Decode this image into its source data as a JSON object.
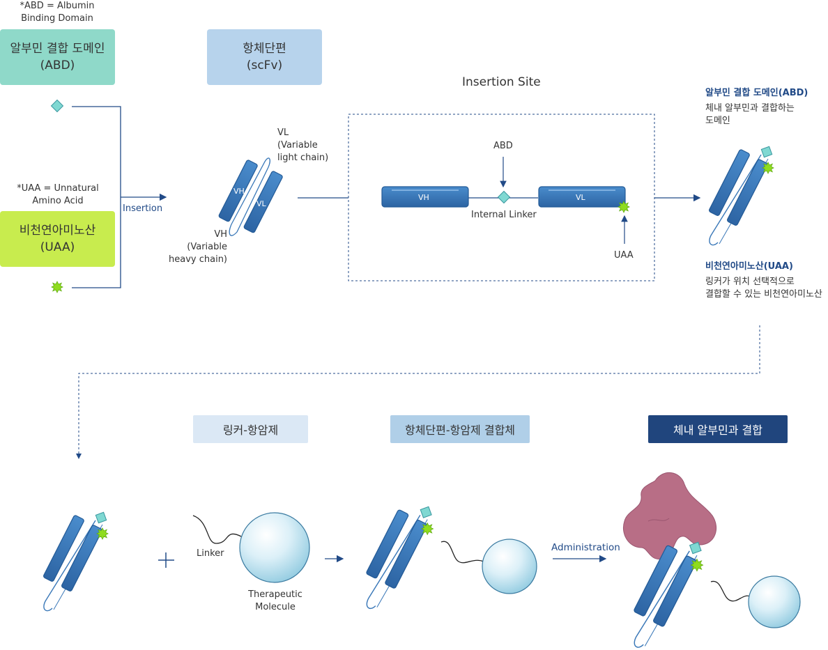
{
  "top": {
    "abd_note": [
      "*ABD = Albumin",
      "Binding Domain"
    ],
    "abd_box": [
      "알부민 결합 도메인",
      "(ABD)"
    ],
    "uaa_note": [
      "*UAA = Unnatural",
      "Amino Acid"
    ],
    "uaa_box": [
      "비천연아미노산",
      "(UAA)"
    ],
    "scfv_box": [
      "항체단편",
      "(scFv)"
    ],
    "insertion_label": "Insertion",
    "vl_label": [
      "VL",
      "(Variable",
      "light chain)"
    ],
    "vh_label": [
      "VH",
      "(Variable",
      "heavy chain)"
    ],
    "bar_vh": "VH",
    "bar_vl": "VL",
    "insertion_site_title": "Insertion Site",
    "site_abd": "ABD",
    "site_vh": "VH",
    "site_vl": "VL",
    "site_linker": "Internal Linker",
    "site_uaa": "UAA"
  },
  "right_panel": {
    "abd_heading": "알부민 결합 도메인(ABD)",
    "abd_desc": [
      "체내 알부민과 결합하는",
      "도메인"
    ],
    "uaa_heading": "비천연아미노산(UAA)",
    "uaa_desc": [
      "링커가 위치 선택적으로",
      "결합할 수 있는 비천연아미노산"
    ]
  },
  "bottom": {
    "pill_linker_drug": "링커-항암제",
    "pill_conjugate": "항체단편-항암제 결합체",
    "pill_binding": "체내 알부민과 결합",
    "plus": "+",
    "linker_label": "Linker",
    "molecule_label": [
      "Therapeutic",
      "Molecule"
    ],
    "administration_label": "Administration"
  },
  "colors": {
    "abd_box": "#8fd9c9",
    "uaa_box": "#c8ec4e",
    "scfv_box": "#b7d3ec",
    "pill_light": "#dbe8f5",
    "pill_mid": "#b0cfe8",
    "pill_dark": "#20457d",
    "bar_blue": "#3a78b8",
    "arrow_navy": "#214a87",
    "albumin": "#b86e86"
  }
}
